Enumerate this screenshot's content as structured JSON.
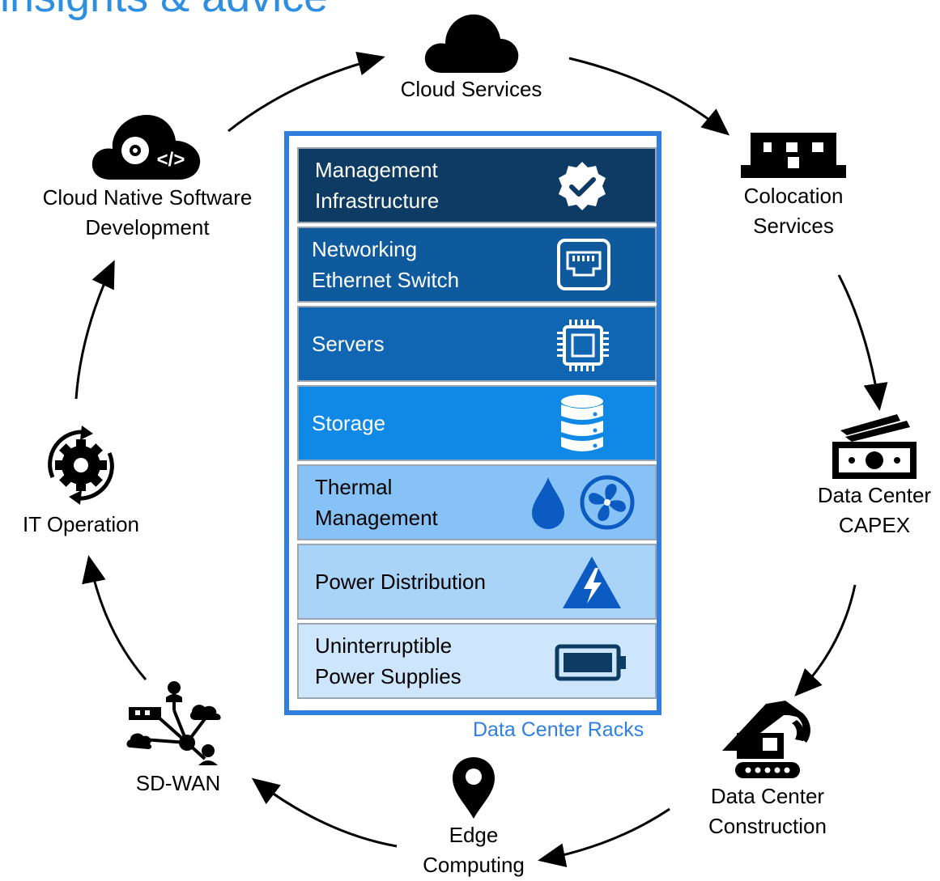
{
  "title": "insights & advice",
  "cycle": {
    "cloud_services": "Cloud Services",
    "colocation": [
      "Colocation",
      "Services"
    ],
    "capex": [
      "Data Center",
      "CAPEX"
    ],
    "construction": [
      "Data Center",
      "Construction"
    ],
    "edge": [
      "Edge",
      "Computing"
    ],
    "sdwan": "SD-WAN",
    "it_operation": "IT Operation",
    "cloud_native": [
      "Cloud Native Software",
      "Development"
    ]
  },
  "rack": {
    "caption": "Data Center Racks",
    "rows": [
      {
        "label": [
          "Management",
          "Infrastructure"
        ],
        "icon": "badge-check-icon",
        "bg": "#0d3b63",
        "color": "#ffffff"
      },
      {
        "label": [
          "Networking",
          "Ethernet Switch"
        ],
        "icon": "ethernet-port-icon",
        "bg": "#0f5a9c",
        "color": "#ffffff"
      },
      {
        "label": [
          "Servers"
        ],
        "icon": "cpu-chip-icon",
        "bg": "#1066b3",
        "color": "#ffffff"
      },
      {
        "label": [
          "Storage"
        ],
        "icon": "database-icon",
        "bg": "#0f88e6",
        "color": "#ffffff"
      },
      {
        "label": [
          "Thermal",
          "Management"
        ],
        "icon": "water-drop-and-fan-icon",
        "bg": "#86c2f5",
        "color": "#000000"
      },
      {
        "label": [
          "Power Distribution"
        ],
        "icon": "high-voltage-icon",
        "bg": "#a9d3f7",
        "color": "#000000"
      },
      {
        "label": [
          "Uninterruptible",
          "Power Supplies"
        ],
        "icon": "battery-icon",
        "bg": "#cde6fb",
        "color": "#000000"
      }
    ]
  }
}
